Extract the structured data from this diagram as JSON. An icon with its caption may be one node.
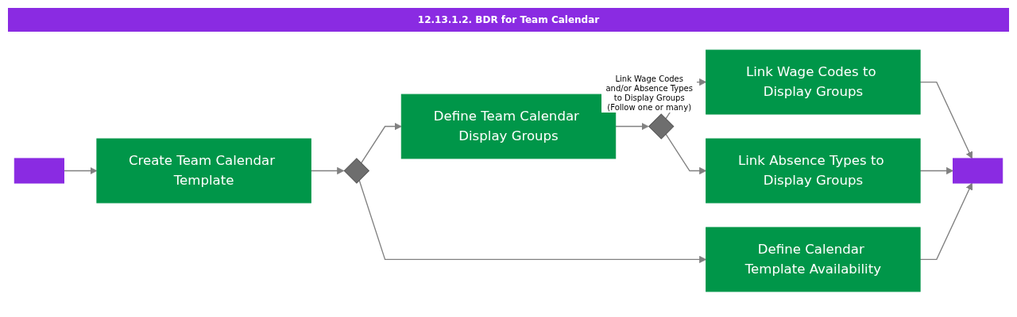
{
  "diagram": {
    "title": "12.13.1.2. BDR for Team Calendar",
    "nodes": [
      {
        "text": [],
        "shape": "box"
      },
      {
        "text": [
          "Create Team Calendar Template"
        ]
      },
      {
        "text": [],
        "shape": "diamond"
      },
      {
        "text": [
          "Define Team Calendar Display Groups"
        ]
      },
      {
        "text": [],
        "shape": "diamond",
        "beside": [
          "Link Wage Codes and/or Absence Types to Display Groups (Follow one or many)"
        ]
      },
      {
        "text": [
          "Link Wage Codes to Display Groups"
        ]
      },
      {
        "text": [
          "Link Absence Types to Display Groups"
        ]
      },
      {
        "text": [
          "Define Calendar Template Availability"
        ]
      },
      {
        "text": [],
        "shape": "box"
      }
    ],
    "edges": [
      {
        "from": 0,
        "to": 1,
        "arrow": "to"
      },
      {
        "from": 1,
        "to": 2,
        "arrow": "to"
      },
      {
        "from": 2,
        "to": 3,
        "arrow": "to"
      },
      {
        "from": 2,
        "to": 7,
        "arrow": "to"
      },
      {
        "from": 3,
        "to": 4,
        "arrow": "to"
      },
      {
        "from": 4,
        "to": 5,
        "arrow": "to"
      },
      {
        "from": 4,
        "to": 6,
        "arrow": "to"
      },
      {
        "from": 5,
        "to": 8,
        "arrow": "to"
      },
      {
        "from": 6,
        "to": 8,
        "arrow": "to"
      },
      {
        "from": 7,
        "to": 8,
        "arrow": "to"
      }
    ]
  }
}
